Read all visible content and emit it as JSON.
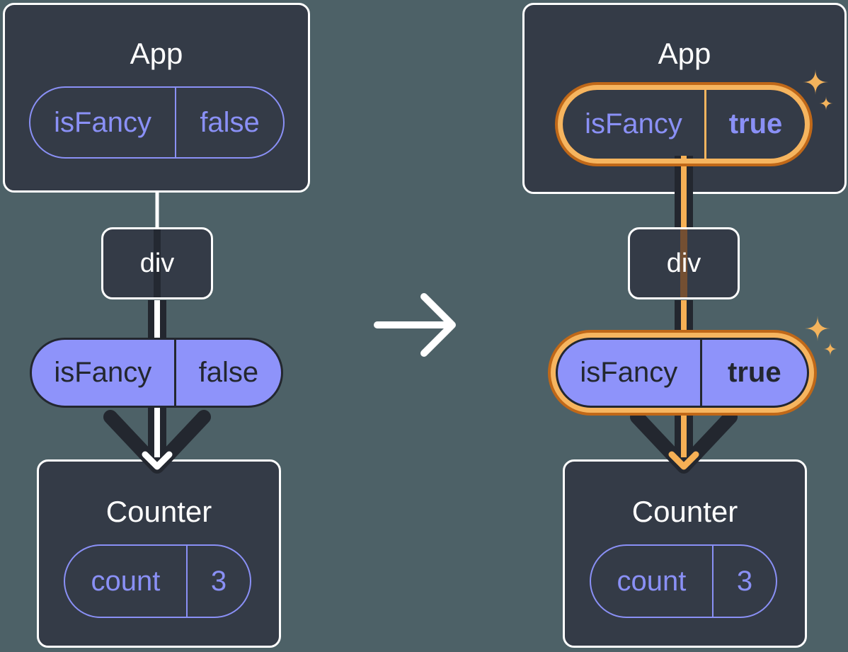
{
  "diagram": {
    "before": {
      "app": {
        "title": "App",
        "state": {
          "name": "isFancy",
          "value": "false"
        }
      },
      "div_node": {
        "label": "div"
      },
      "prop": {
        "name": "isFancy",
        "value": "false"
      },
      "counter": {
        "title": "Counter",
        "state": {
          "name": "count",
          "value": "3"
        }
      }
    },
    "after": {
      "app": {
        "title": "App",
        "state": {
          "name": "isFancy",
          "value": "true"
        }
      },
      "div_node": {
        "label": "div"
      },
      "prop": {
        "name": "isFancy",
        "value": "true"
      },
      "counter": {
        "title": "Counter",
        "state": {
          "name": "count",
          "value": "3"
        }
      }
    },
    "icons": {
      "transition": "arrow-right-icon",
      "highlight": "sparkle-icon"
    },
    "colors": {
      "background": "#4D6167",
      "node_fill": "#343B47",
      "node_border": "#FFFFFF",
      "accent_purple": "#8A90F6",
      "pill_fill_purple": "#8E93FA",
      "ink_dark": "#23272F",
      "highlight_orange": "#F6B55F",
      "highlight_orange_deep": "#C06818",
      "arrow_white": "#FFFFFF"
    }
  }
}
